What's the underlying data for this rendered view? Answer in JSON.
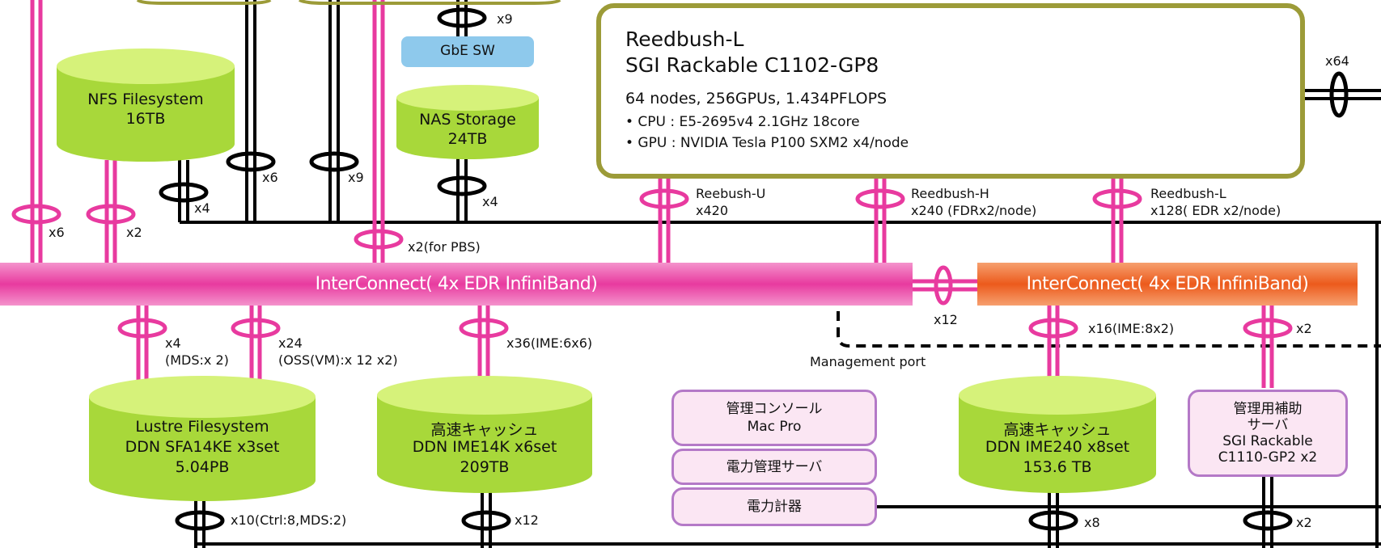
{
  "colors": {
    "magenta": "#e83a9f",
    "orange": "#ec5a1c",
    "green_top": "#c6ec5c",
    "green_body": "#a8d83a",
    "pink_box_fill": "#fbe6f3",
    "pink_box_border": "#b479c7",
    "olive_border": "#9c9b38",
    "gbe_fill": "#8ec9ec"
  },
  "gbe_switch": {
    "label": "GbE SW"
  },
  "reedbush_l": {
    "title_line1": "Reedbush-L",
    "title_line2": "SGI Rackable C1102-GP8",
    "spec": "64 nodes, 256GPUs,  1.434PFLOPS",
    "cpu": "• CPU : E5-2695v4 2.1GHz 18core",
    "gpu": "• GPU : NVIDIA Tesla P100 SXM2 x4/node"
  },
  "storage": {
    "nfs": {
      "line1": "NFS Filesystem",
      "line2": "16TB"
    },
    "nas": {
      "line1": "NAS Storage",
      "line2": "24TB"
    },
    "lustre": {
      "line1": "Lustre Filesystem",
      "line2": "DDN SFA14KE x3set",
      "line3": "5.04PB"
    },
    "ime14k": {
      "line1": "高速キャッシュ",
      "line2": "DDN IME14K x6set",
      "line3": "209TB"
    },
    "ime240": {
      "line1": "高速キャッシュ",
      "line2": "DDN IME240 x8set",
      "line3": "153.6 TB"
    }
  },
  "interconnect": {
    "main": "InterConnect( 4x EDR InfiniBand)",
    "sub": "InterConnect( 4x EDR InfiniBand)"
  },
  "mgmt": {
    "console_line1": "管理コンソール",
    "console_line2": "Mac Pro",
    "power_server": "電力管理サーバ",
    "power_meter": "電力計器",
    "aux_line1": "管理用補助",
    "aux_line2": "サーバ",
    "aux_line3": "SGI Rackable",
    "aux_line4": "C1110-GP2 x2",
    "port_label": "Management port"
  },
  "links": {
    "x9_top": "x9",
    "x64": "x64",
    "x6_nfs": "x6",
    "x9_mid": "x9",
    "x4_nfs": "x4",
    "x4_nas": "x4",
    "x6_left": "x6",
    "x2_left": "x2",
    "x2_pbs": "x2(for PBS)",
    "reebush_u_name": "Reebush-U",
    "reebush_u_count": "x420",
    "reedbush_h_name": "Reedbush-H",
    "reedbush_h_count": "x240 (FDRx2/node)",
    "reedbush_l_name": "Reedbush-L",
    "reedbush_l_count": "x128( EDR x2/node)",
    "x12_bridge": "x12",
    "x4_mds": "x4",
    "x4_mds_note": "(MDS:x 2)",
    "x24_oss": "x24",
    "x24_oss_note": "(OSS(VM):x 12 x2)",
    "x36_ime": "x36(IME:6x6)",
    "x16_ime": "x16(IME:8x2)",
    "x2_aux": "x2",
    "x10_ctrl": "x10(Ctrl:8,MDS:2)",
    "x12_bottom": "x12",
    "x8_bottom": "x8",
    "x2_bottom": "x2"
  }
}
